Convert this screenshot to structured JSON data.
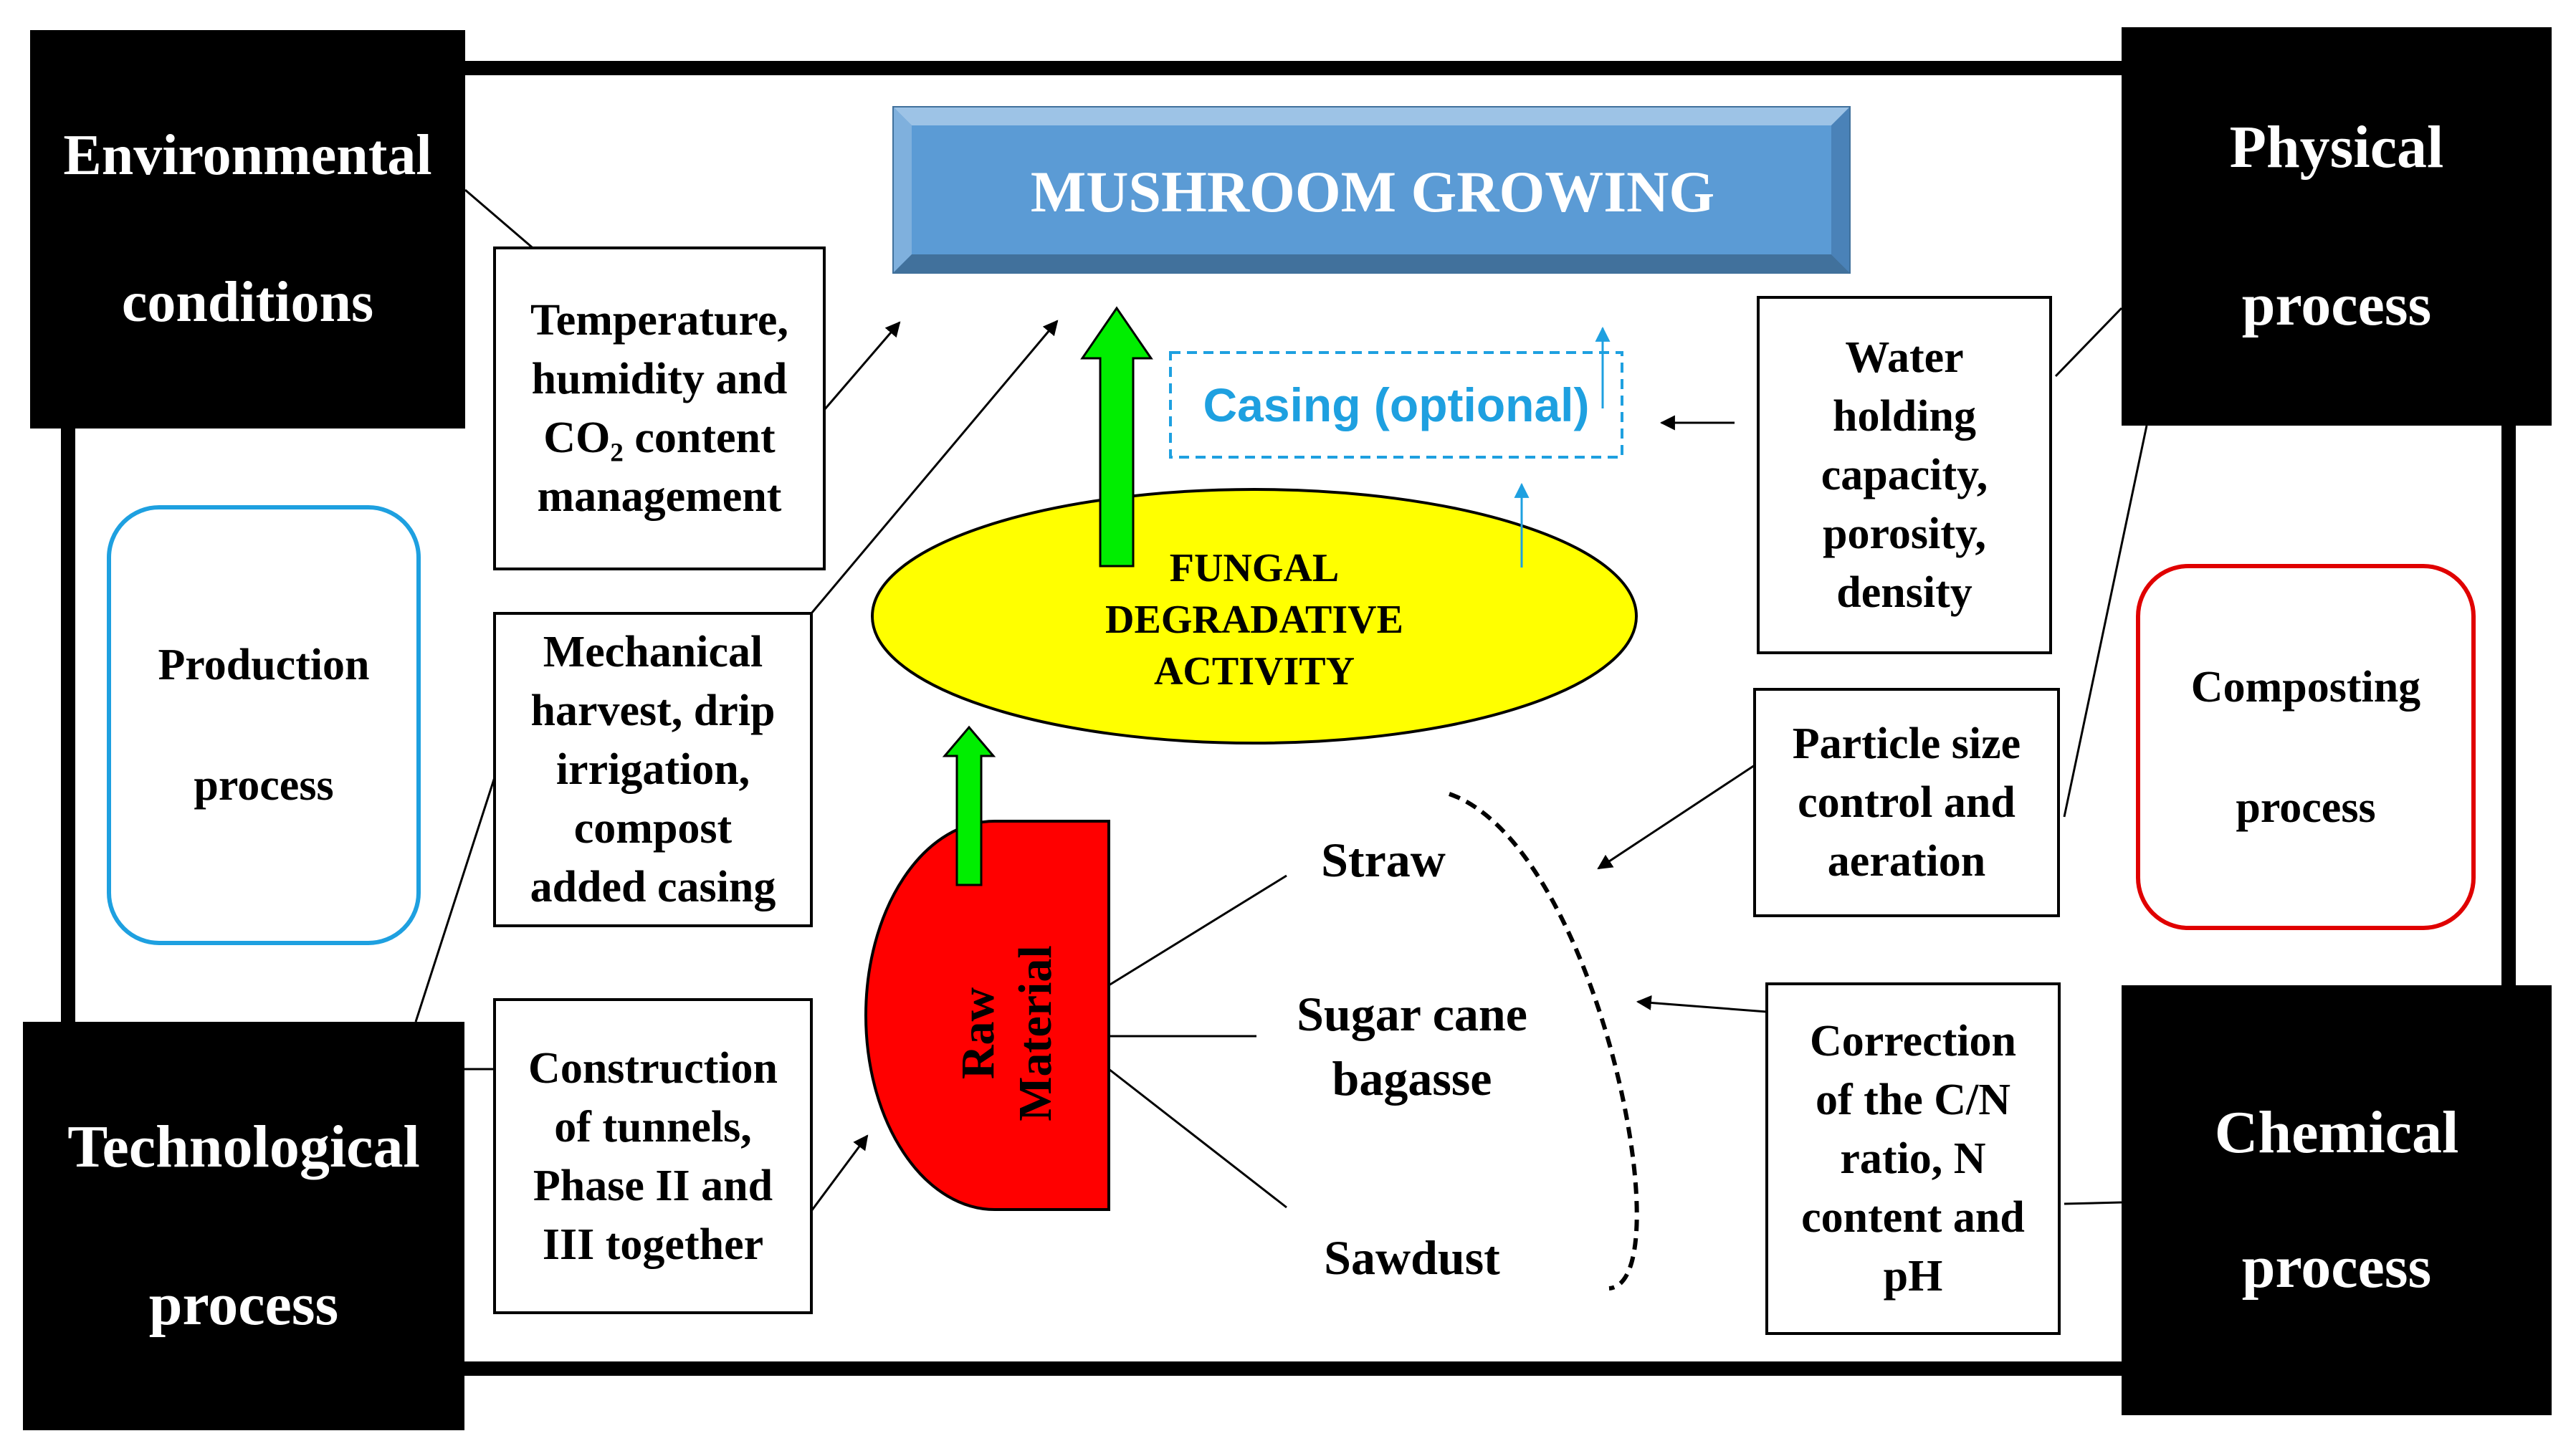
{
  "title": "MUSHROOM GROWING",
  "corners": {
    "environmental": [
      "Environmental",
      "conditions"
    ],
    "physical": [
      "Physical",
      "process"
    ],
    "technological": [
      "Technological",
      "process"
    ],
    "chemical": [
      "Chemical",
      "process"
    ]
  },
  "rounded": {
    "production": [
      "Production",
      "process"
    ],
    "composting": [
      "Composting",
      "process"
    ]
  },
  "boxes": {
    "temperature": [
      "Temperature,",
      "humidity and",
      "CO₂ content",
      "management"
    ],
    "mechanical": [
      "Mechanical",
      "harvest, drip",
      "irrigation,",
      "compost",
      "added casing"
    ],
    "construction": [
      "Construction",
      "of tunnels,",
      "Phase II and",
      "III together"
    ],
    "water": [
      "Water",
      "holding",
      "capacity,",
      "porosity,",
      "density"
    ],
    "particle": [
      "Particle size",
      "control and",
      "aeration"
    ],
    "correction": [
      "Correction",
      "of the C/N",
      "ratio, N",
      "content and",
      "pH"
    ]
  },
  "casing": "Casing (optional)",
  "fungal": [
    "FUNGAL",
    "DEGRADATIVE",
    "ACTIVITY"
  ],
  "raw_material": [
    "Raw",
    "Material"
  ],
  "materials": {
    "straw": "Straw",
    "bagasse": [
      "Sugar cane",
      "bagasse"
    ],
    "sawdust": "Sawdust"
  },
  "colors": {
    "black": "#000000",
    "title_blue": "#5b9bd5",
    "production_border": "#1ea0e0",
    "composting_border": "#e00000",
    "casing_blue": "#1ea0e0",
    "fungal_yellow": "#ffff00",
    "raw_red": "#ff0000",
    "arrow_green": "#00ee00"
  }
}
